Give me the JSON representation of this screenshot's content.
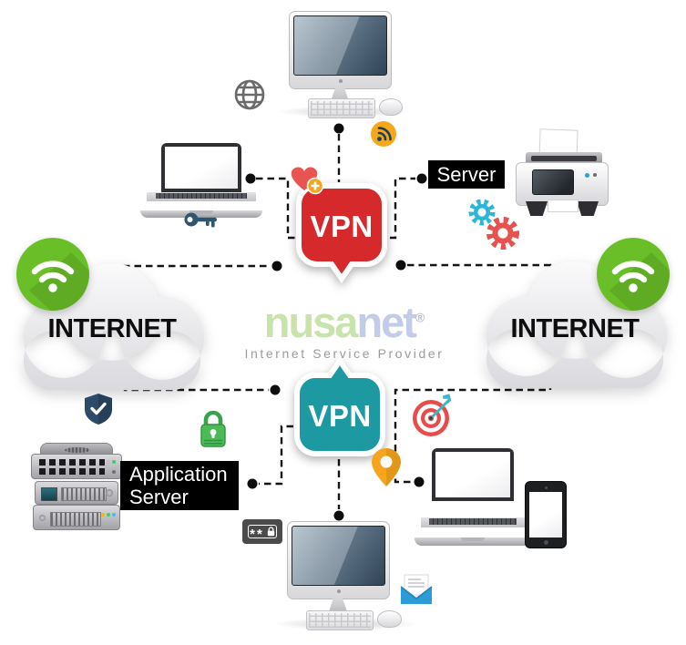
{
  "logo": {
    "green_text": "nusa",
    "blue_text": "net",
    "registered": "®",
    "tagline": "Internet  Service  Provider",
    "green_color": "#c8e4ab",
    "blue_color": "#c2cbe7"
  },
  "clouds": {
    "left": {
      "label": "INTERNET"
    },
    "right": {
      "label": "INTERNET"
    }
  },
  "vpn": {
    "top": {
      "label": "VPN",
      "color": "#d5292b"
    },
    "bottom": {
      "label": "VPN",
      "color": "#1d9aa1"
    }
  },
  "labels": {
    "server": "Server",
    "application_server": [
      "Application",
      "Server"
    ],
    "background": "#000000",
    "foreground": "#ffffff"
  },
  "password_badge": {
    "text": "**"
  },
  "icons": {
    "globe": {
      "name": "globe-icon",
      "color": "#6a6a6a"
    },
    "rss": {
      "name": "rss-icon",
      "bg": "#f3a81b",
      "fg": "#1d3d5d"
    },
    "heart_plus": {
      "name": "heart-plus-icon",
      "heart": "#e95450",
      "badge": "#f6a41f"
    },
    "key": {
      "name": "key-icon",
      "color": "#30566f"
    },
    "gears": {
      "name": "server-gears-icon",
      "front": "#e8514e",
      "back": "#2bb7d9"
    },
    "wifi": {
      "name": "wifi-badge-icon",
      "bg": "#6abf28",
      "fg": "#ffffff"
    },
    "shield_check": {
      "name": "shield-check-icon",
      "color": "#2d4b69"
    },
    "padlock": {
      "name": "padlock-icon",
      "color": "#4cba55"
    },
    "target_dart": {
      "name": "target-dart-icon",
      "rings": "#e84b49",
      "dart": "#38b8c9"
    },
    "location_pin": {
      "name": "location-pin-icon",
      "color": "#f7a41d"
    },
    "password": {
      "name": "password-icon",
      "bg": "#4b4b4b",
      "fg": "#ffffff"
    },
    "envelope": {
      "name": "envelope-icon",
      "color": "#2d9bd5"
    }
  },
  "connector_style": {
    "line_color": "#141414",
    "dot_color": "#0d0d0d"
  }
}
